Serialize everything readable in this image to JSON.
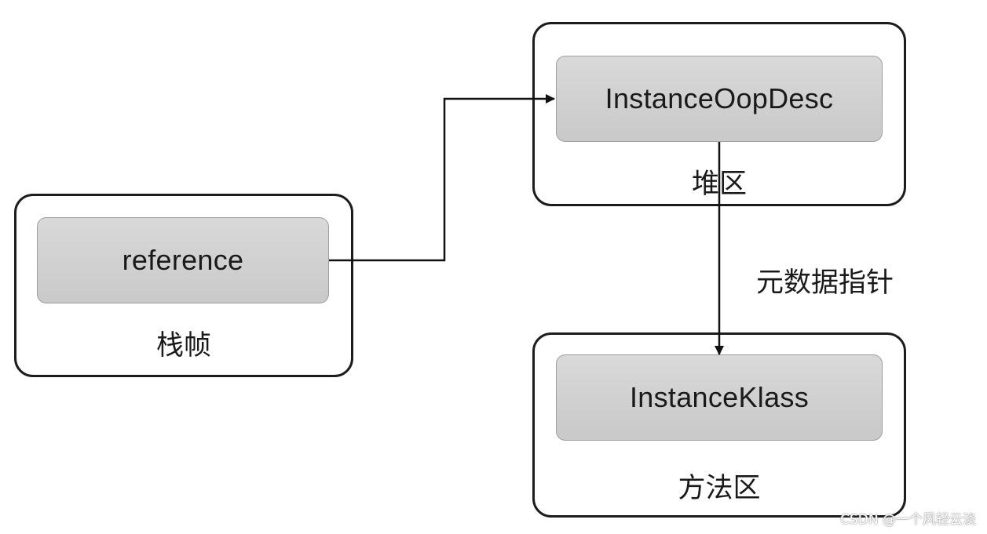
{
  "diagram": {
    "regions": {
      "stack": {
        "label": "栈帧",
        "node_label": "reference"
      },
      "heap": {
        "label": "堆区",
        "node_label": "InstanceOopDesc"
      },
      "method_area": {
        "label": "方法区",
        "node_label": "InstanceKlass"
      }
    },
    "edges": {
      "reference_to_oop": {
        "from": "reference",
        "to": "InstanceOopDesc",
        "label": ""
      },
      "oop_to_klass": {
        "from": "InstanceOopDesc",
        "to": "InstanceKlass",
        "label": "元数据指针"
      }
    },
    "colors": {
      "region_border": "#1c1c1c",
      "node_fill": "#d2d2d2",
      "node_border": "#9e9e9e",
      "connector": "#111111"
    }
  },
  "watermark": "CSDN @一个风轻云淡"
}
